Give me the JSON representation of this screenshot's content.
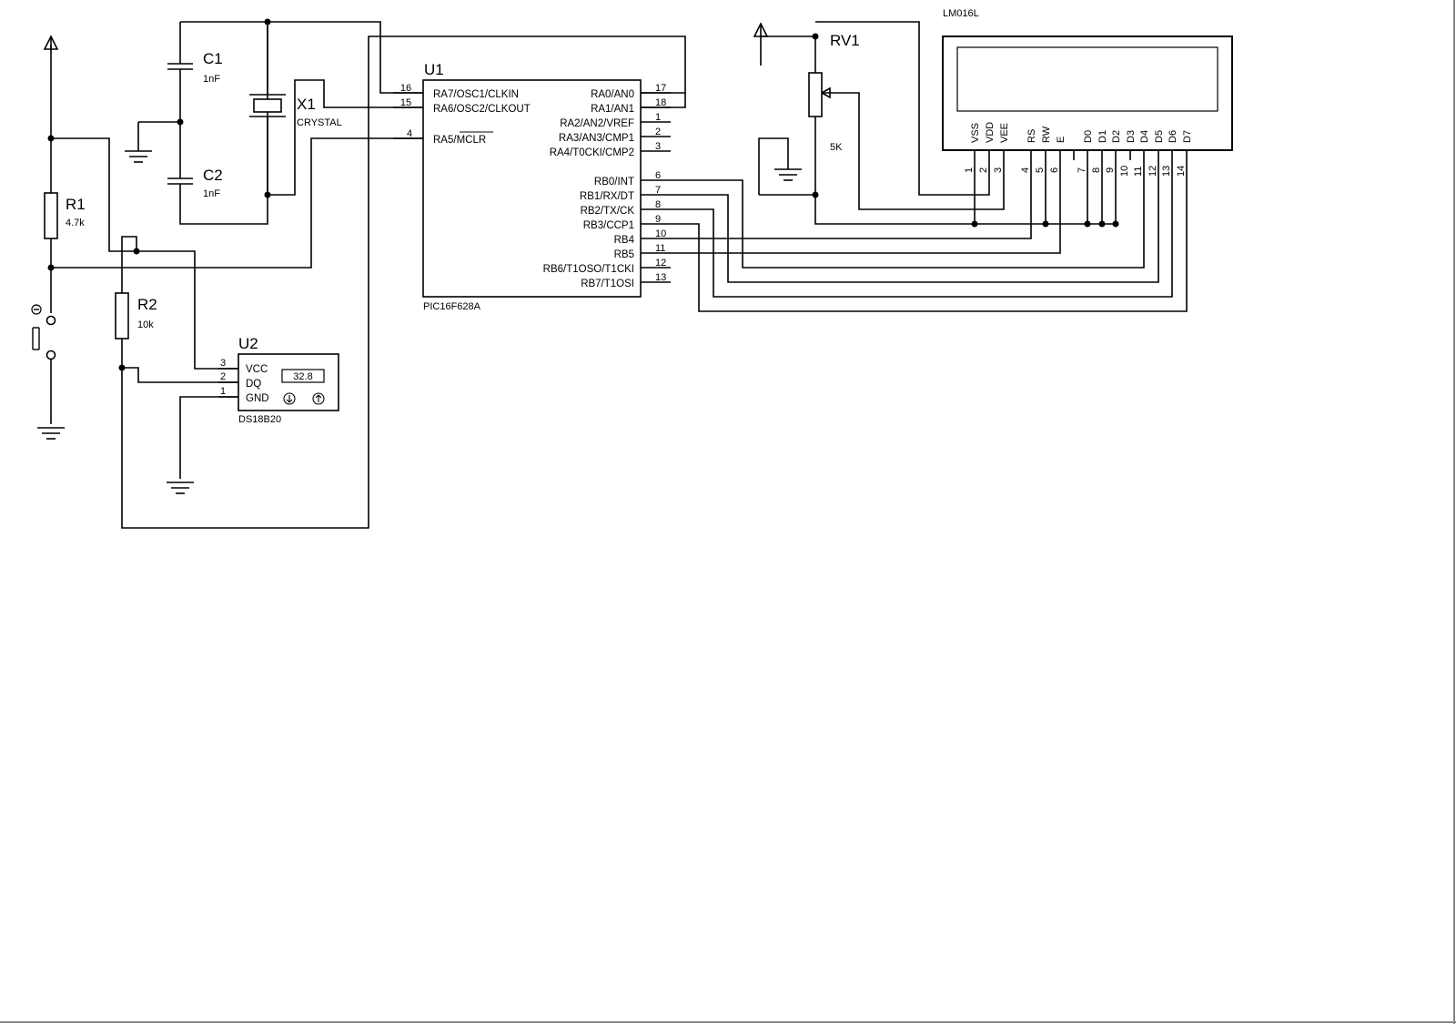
{
  "components": {
    "u1": {
      "ref": "U1",
      "part": "PIC16F628A",
      "left_pins": [
        {
          "num": "16",
          "name": "RA7/OSC1/CLKIN"
        },
        {
          "num": "15",
          "name": "RA6/OSC2/CLKOUT"
        },
        {
          "num": "4",
          "name": "RA5/MCLR"
        }
      ],
      "right_pins": [
        {
          "num": "17",
          "name": "RA0/AN0"
        },
        {
          "num": "18",
          "name": "RA1/AN1"
        },
        {
          "num": "1",
          "name": "RA2/AN2/VREF"
        },
        {
          "num": "2",
          "name": "RA3/AN3/CMP1"
        },
        {
          "num": "3",
          "name": "RA4/T0CKI/CMP2"
        },
        {
          "num": "6",
          "name": "RB0/INT"
        },
        {
          "num": "7",
          "name": "RB1/RX/DT"
        },
        {
          "num": "8",
          "name": "RB2/TX/CK"
        },
        {
          "num": "9",
          "name": "RB3/CCP1"
        },
        {
          "num": "10",
          "name": "RB4"
        },
        {
          "num": "11",
          "name": "RB5"
        },
        {
          "num": "12",
          "name": "RB6/T1OSO/T1CKI"
        },
        {
          "num": "13",
          "name": "RB7/T1OSI"
        }
      ]
    },
    "c1": {
      "ref": "C1",
      "value": "1nF"
    },
    "c2": {
      "ref": "C2",
      "value": "1nF"
    },
    "x1": {
      "ref": "X1",
      "value": "CRYSTAL"
    },
    "r1": {
      "ref": "R1",
      "value": "4.7k"
    },
    "r2": {
      "ref": "R2",
      "value": "10k"
    },
    "rv1": {
      "ref": "RV1",
      "value": "5K"
    },
    "u2": {
      "ref": "U2",
      "part": "DS18B20",
      "reading": "32.8",
      "pins": [
        {
          "num": "3",
          "name": "VCC"
        },
        {
          "num": "2",
          "name": "DQ"
        },
        {
          "num": "1",
          "name": "GND"
        }
      ]
    },
    "lcd": {
      "part": "LM016L",
      "pins": [
        {
          "num": "1",
          "name": "VSS"
        },
        {
          "num": "2",
          "name": "VDD"
        },
        {
          "num": "3",
          "name": "VEE"
        },
        {
          "num": "4",
          "name": "RS"
        },
        {
          "num": "5",
          "name": "RW"
        },
        {
          "num": "6",
          "name": "E"
        },
        {
          "num": "7",
          "name": "D0"
        },
        {
          "num": "8",
          "name": "D1"
        },
        {
          "num": "9",
          "name": "D2"
        },
        {
          "num": "10",
          "name": "D3"
        },
        {
          "num": "11",
          "name": "D4"
        },
        {
          "num": "12",
          "name": "D5"
        },
        {
          "num": "13",
          "name": "D6"
        },
        {
          "num": "14",
          "name": "D7"
        }
      ]
    }
  }
}
